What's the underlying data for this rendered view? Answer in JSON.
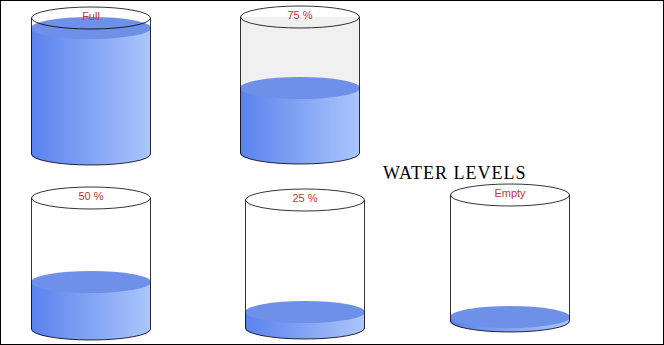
{
  "diagram": {
    "title": "WATER LEVELS",
    "nodes": [
      {
        "text": [
          "Full"
        ]
      },
      {
        "text": [
          "75 %"
        ]
      },
      {
        "text": [
          "50 %"
        ]
      },
      {
        "text": [
          "25 %"
        ]
      },
      {
        "text": [
          "Empty"
        ]
      }
    ]
  }
}
